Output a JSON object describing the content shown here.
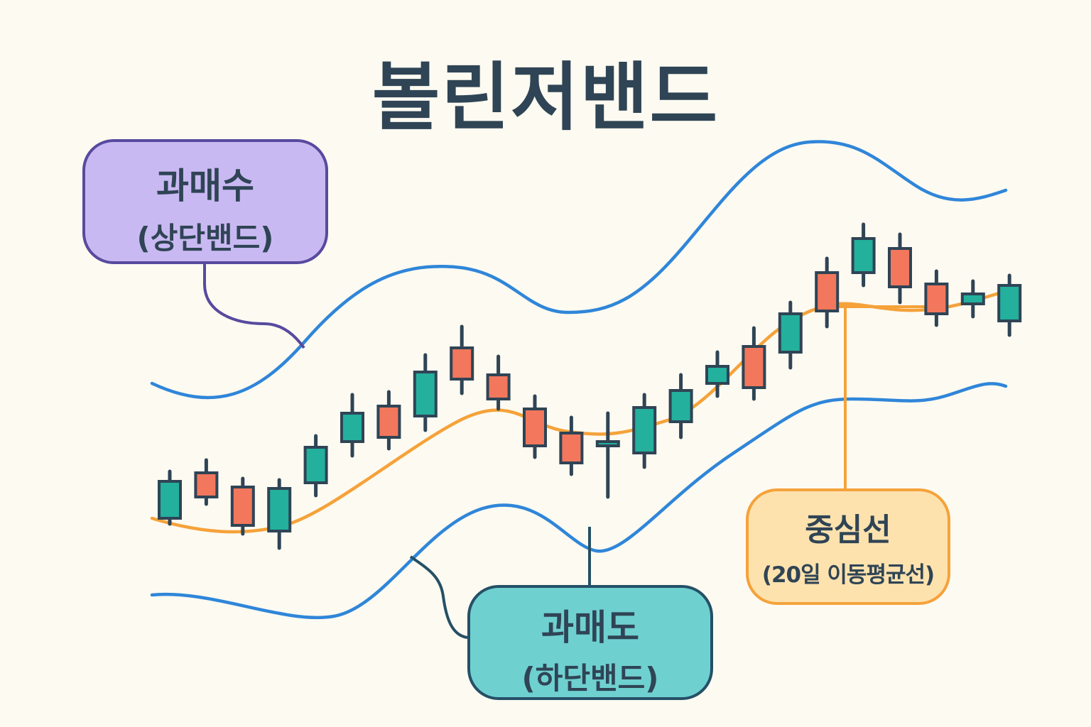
{
  "title": "볼린저밴드",
  "labels": {
    "upper": {
      "main": "과매수",
      "sub": "(상단밴드)"
    },
    "lower": {
      "main": "과매도",
      "sub": "(하단밴드)"
    },
    "middle": {
      "main": "중심선",
      "sub": "(20일 이동평균선)"
    }
  },
  "colors": {
    "background": "#fdfaf1",
    "band": "#2f86d9",
    "middle_line": "#f5a23a",
    "bullish": "#23b09d",
    "bearish": "#f2775c",
    "outline": "#2f4455"
  },
  "chart_data": {
    "type": "candlestick",
    "candles": [
      {
        "direction": "up",
        "open": 74,
        "close": 22,
        "high": 88,
        "low": 14
      },
      {
        "direction": "down",
        "open": 86,
        "close": 52,
        "high": 104,
        "low": 42
      },
      {
        "direction": "down",
        "open": 66,
        "close": 12,
        "high": 78,
        "low": 0
      },
      {
        "direction": "up",
        "open": 4,
        "close": 64,
        "high": 76,
        "low": -20
      },
      {
        "direction": "up",
        "open": 72,
        "close": 122,
        "high": 138,
        "low": 54
      },
      {
        "direction": "up",
        "open": 130,
        "close": 170,
        "high": 196,
        "low": 110
      },
      {
        "direction": "down",
        "open": 180,
        "close": 136,
        "high": 200,
        "low": 120
      },
      {
        "direction": "up",
        "open": 166,
        "close": 228,
        "high": 252,
        "low": 146
      },
      {
        "direction": "down",
        "open": 262,
        "close": 218,
        "high": 292,
        "low": 198
      },
      {
        "direction": "down",
        "open": 224,
        "close": 190,
        "high": 250,
        "low": 176
      },
      {
        "direction": "down",
        "open": 176,
        "close": 124,
        "high": 194,
        "low": 108
      },
      {
        "direction": "down",
        "open": 142,
        "close": 100,
        "high": 164,
        "low": 84
      },
      {
        "direction": "up",
        "open": 124,
        "close": 130,
        "high": 170,
        "low": 52
      },
      {
        "direction": "up",
        "open": 114,
        "close": 178,
        "high": 196,
        "low": 94
      },
      {
        "direction": "up",
        "open": 158,
        "close": 202,
        "high": 224,
        "low": 136
      },
      {
        "direction": "up",
        "open": 212,
        "close": 236,
        "high": 256,
        "low": 194
      },
      {
        "direction": "down",
        "open": 264,
        "close": 206,
        "high": 290,
        "low": 190
      },
      {
        "direction": "up",
        "open": 256,
        "close": 310,
        "high": 326,
        "low": 234
      },
      {
        "direction": "down",
        "open": 368,
        "close": 314,
        "high": 388,
        "low": 292
      },
      {
        "direction": "up",
        "open": 368,
        "close": 416,
        "high": 436,
        "low": 350
      },
      {
        "direction": "down",
        "open": 402,
        "close": 348,
        "high": 422,
        "low": 326
      },
      {
        "direction": "down",
        "open": 352,
        "close": 310,
        "high": 370,
        "low": 294
      },
      {
        "direction": "up",
        "open": 324,
        "close": 338,
        "high": 356,
        "low": 306
      },
      {
        "direction": "up",
        "open": 300,
        "close": 350,
        "high": 364,
        "low": 280
      }
    ]
  }
}
